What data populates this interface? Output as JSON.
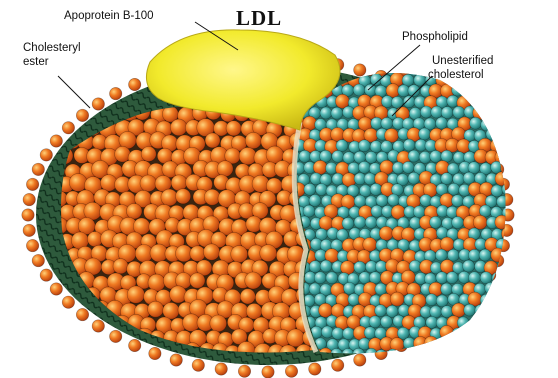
{
  "title": "LDL",
  "labels": {
    "apoprotein": "Apoprotein B-100",
    "cholesteryl_line1": "Cholesteryl",
    "cholesteryl_line2": "ester",
    "phospholipid": "Phospholipid",
    "unesterified_line1": "Unesterified",
    "unesterified_line2": "cholesterol"
  },
  "colors": {
    "background": "#ffffff",
    "apoprotein": "#f2ea2c",
    "cholesteryl_ester": "#e8561a",
    "core_dark": "#3a2410",
    "phospholipid_head": "#3fa7a4",
    "membrane_green": "#1f6b4a",
    "text": "#111111"
  }
}
